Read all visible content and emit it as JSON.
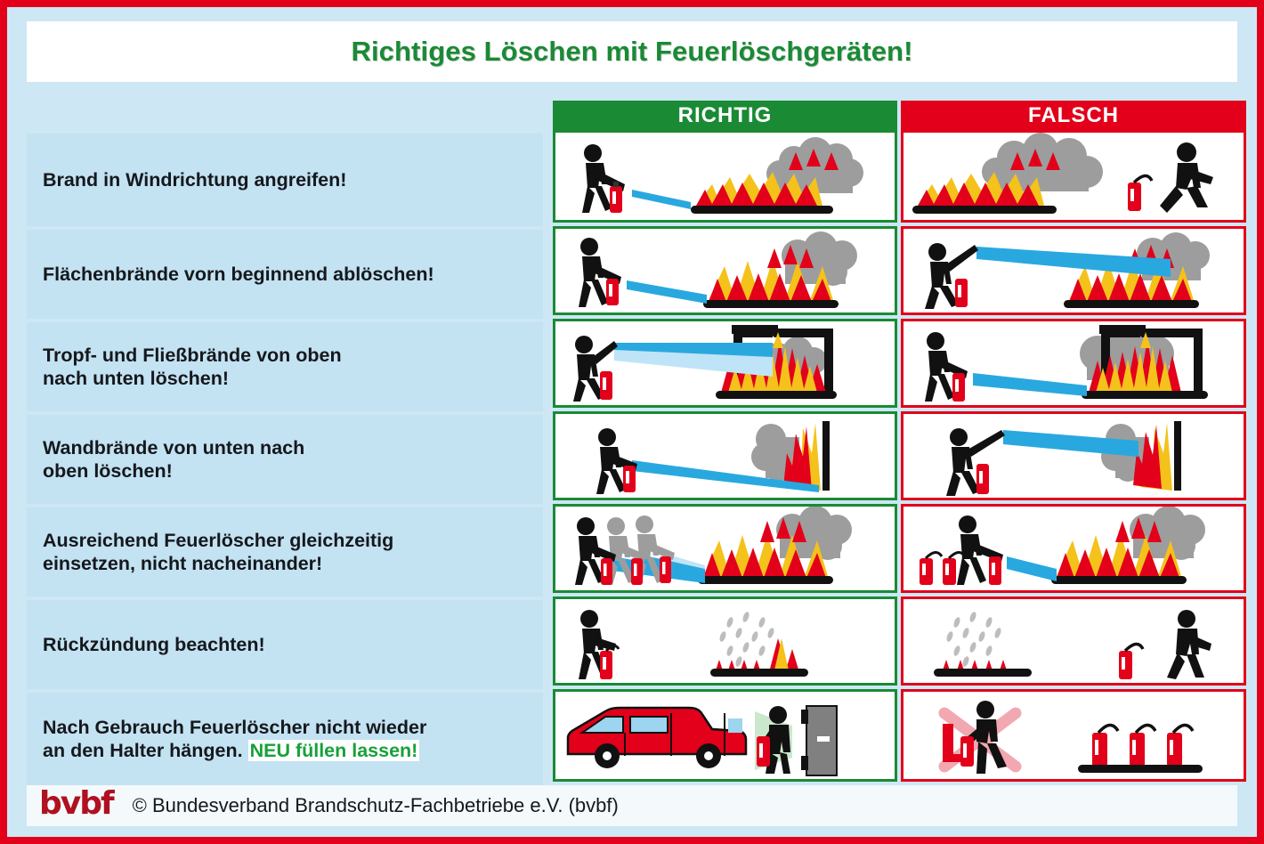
{
  "poster": {
    "title": "Richtiges Löschen mit Feuerlöschgeräten!",
    "frame_color": "#e2001a",
    "background_color": "#cde7f4",
    "title_color": "#1a8a35"
  },
  "columns": {
    "right_label": "RICHTIG",
    "wrong_label": "FALSCH",
    "right_color": "#1a8a35",
    "wrong_color": "#e2001a"
  },
  "rows": [
    {
      "text": "Brand in Windrichtung angreifen!",
      "right_scene": "person-spraying-fire-with-wind-smoke-blown-away",
      "wrong_scene": "person-running-away-from-smoke-extinguisher-abandoned"
    },
    {
      "text": "Flächenbrände vorn beginnend ablöschen!",
      "right_scene": "person-spraying-front-base-of-surface-fire",
      "wrong_scene": "person-spraying-over-top-of-surface-fire"
    },
    {
      "text_line1": "Tropf- und Fließbrände von oben",
      "text_line2": "nach unten löschen!",
      "right_scene": "person-spraying-top-of-dripping-pipe-fire",
      "wrong_scene": "person-spraying-bottom-of-dripping-pipe-fire"
    },
    {
      "text_line1": "Wandbrände von unten nach",
      "text_line2": "oben löschen!",
      "right_scene": "person-spraying-bottom-of-wall-fire",
      "wrong_scene": "person-spraying-top-of-wall-fire"
    },
    {
      "text_line1": "Ausreichend Feuerlöscher gleichzeitig",
      "text_line2": "einsetzen, nicht nacheinander!",
      "right_scene": "three-people-spraying-simultaneously",
      "wrong_scene": "one-person-spraying-with-spent-extinguishers-behind"
    },
    {
      "text": "Rückzündung beachten!",
      "right_scene": "person-watching-smouldering-fire-with-extinguisher-ready",
      "wrong_scene": "person-walking-away-from-smouldering-fire"
    },
    {
      "text_line1": "Nach Gebrauch Feuerlöscher nicht wieder",
      "text_line2_plain": "an den Halter hängen. ",
      "text_line2_highlight": "NEU füllen lassen!",
      "highlight_color": "#17a13a",
      "right_scene": "service-van-technician-carrying-extinguisher-through-door",
      "wrong_scene": "crossed-out-person-rehanging-used-extinguisher-on-bracket"
    }
  ],
  "footer": {
    "logo_text": "bvbf",
    "logo_color": "#b01020",
    "copyright": "© Bundesverband Brandschutz-Fachbetriebe e.V. (bvbf)"
  }
}
